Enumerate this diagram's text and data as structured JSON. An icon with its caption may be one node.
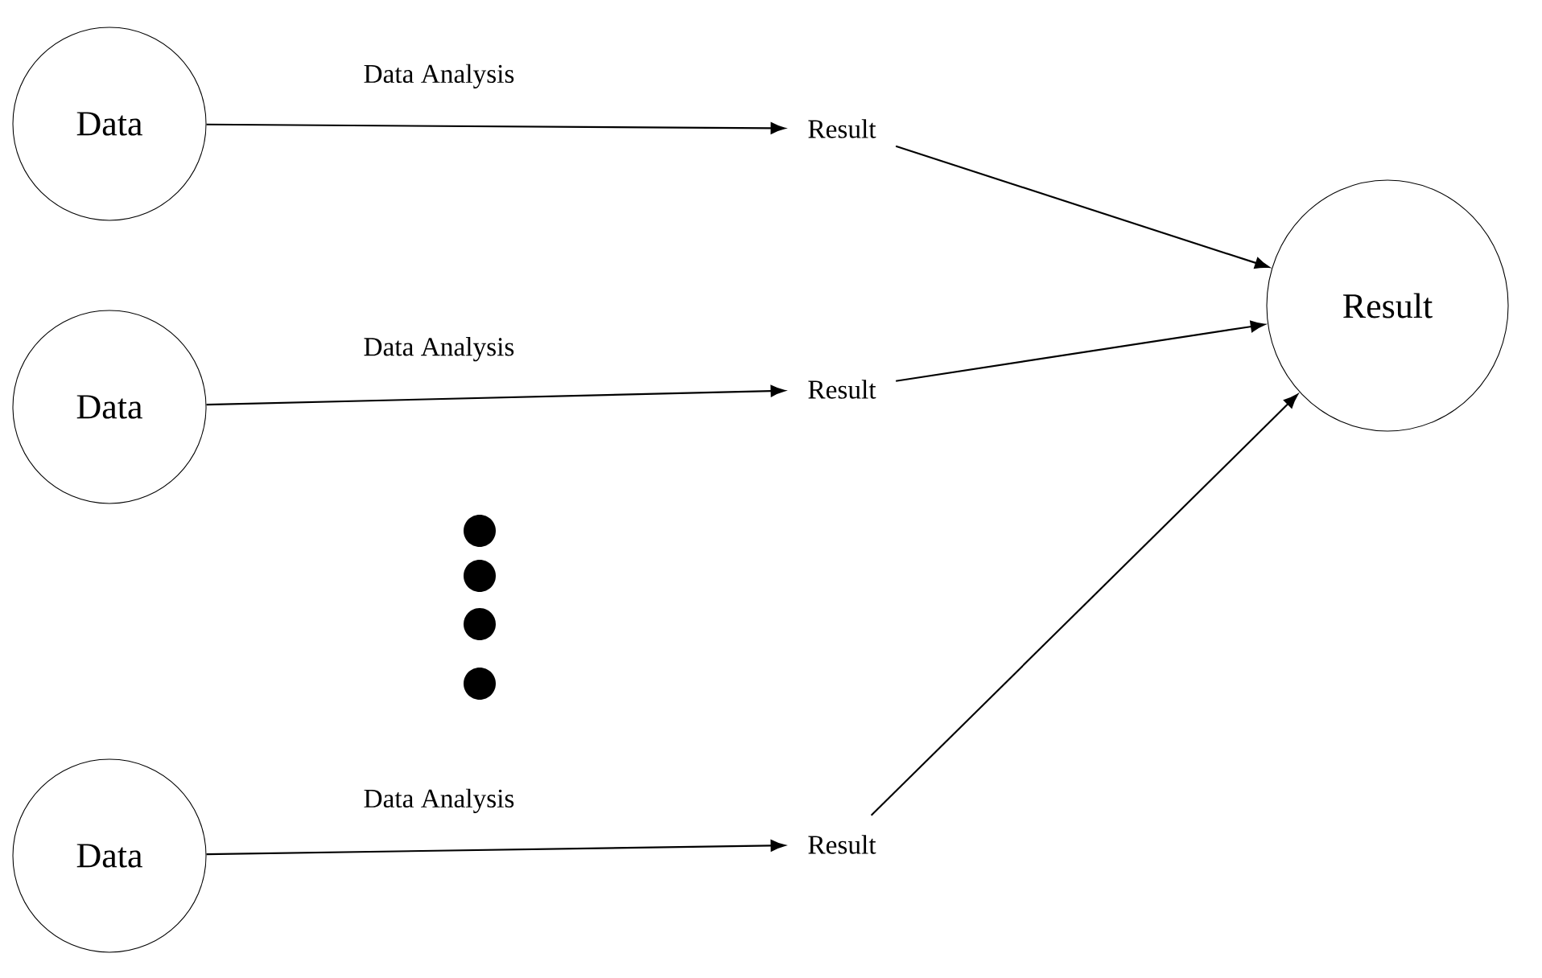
{
  "diagram": {
    "nodes": [
      {
        "text": [
          "Data"
        ]
      },
      {
        "text": [
          "Result"
        ]
      },
      {
        "text": [
          "Data"
        ]
      },
      {
        "text": [
          "Result"
        ]
      },
      {
        "text": [
          "Data"
        ]
      },
      {
        "text": [
          "Result"
        ]
      },
      {
        "text": [
          "Result"
        ]
      }
    ],
    "edges": [
      {
        "from": 0,
        "to": 1,
        "arrow": "to",
        "label": "Data Analysis"
      },
      {
        "from": 2,
        "to": 3,
        "arrow": "to",
        "label": "Data Analysis"
      },
      {
        "from": 4,
        "to": 5,
        "arrow": "to",
        "label": "Data Analysis"
      },
      {
        "from": 1,
        "to": 6,
        "arrow": "to"
      },
      {
        "from": 3,
        "to": 6,
        "arrow": "to"
      },
      {
        "from": 5,
        "to": 6,
        "arrow": "to"
      }
    ]
  }
}
